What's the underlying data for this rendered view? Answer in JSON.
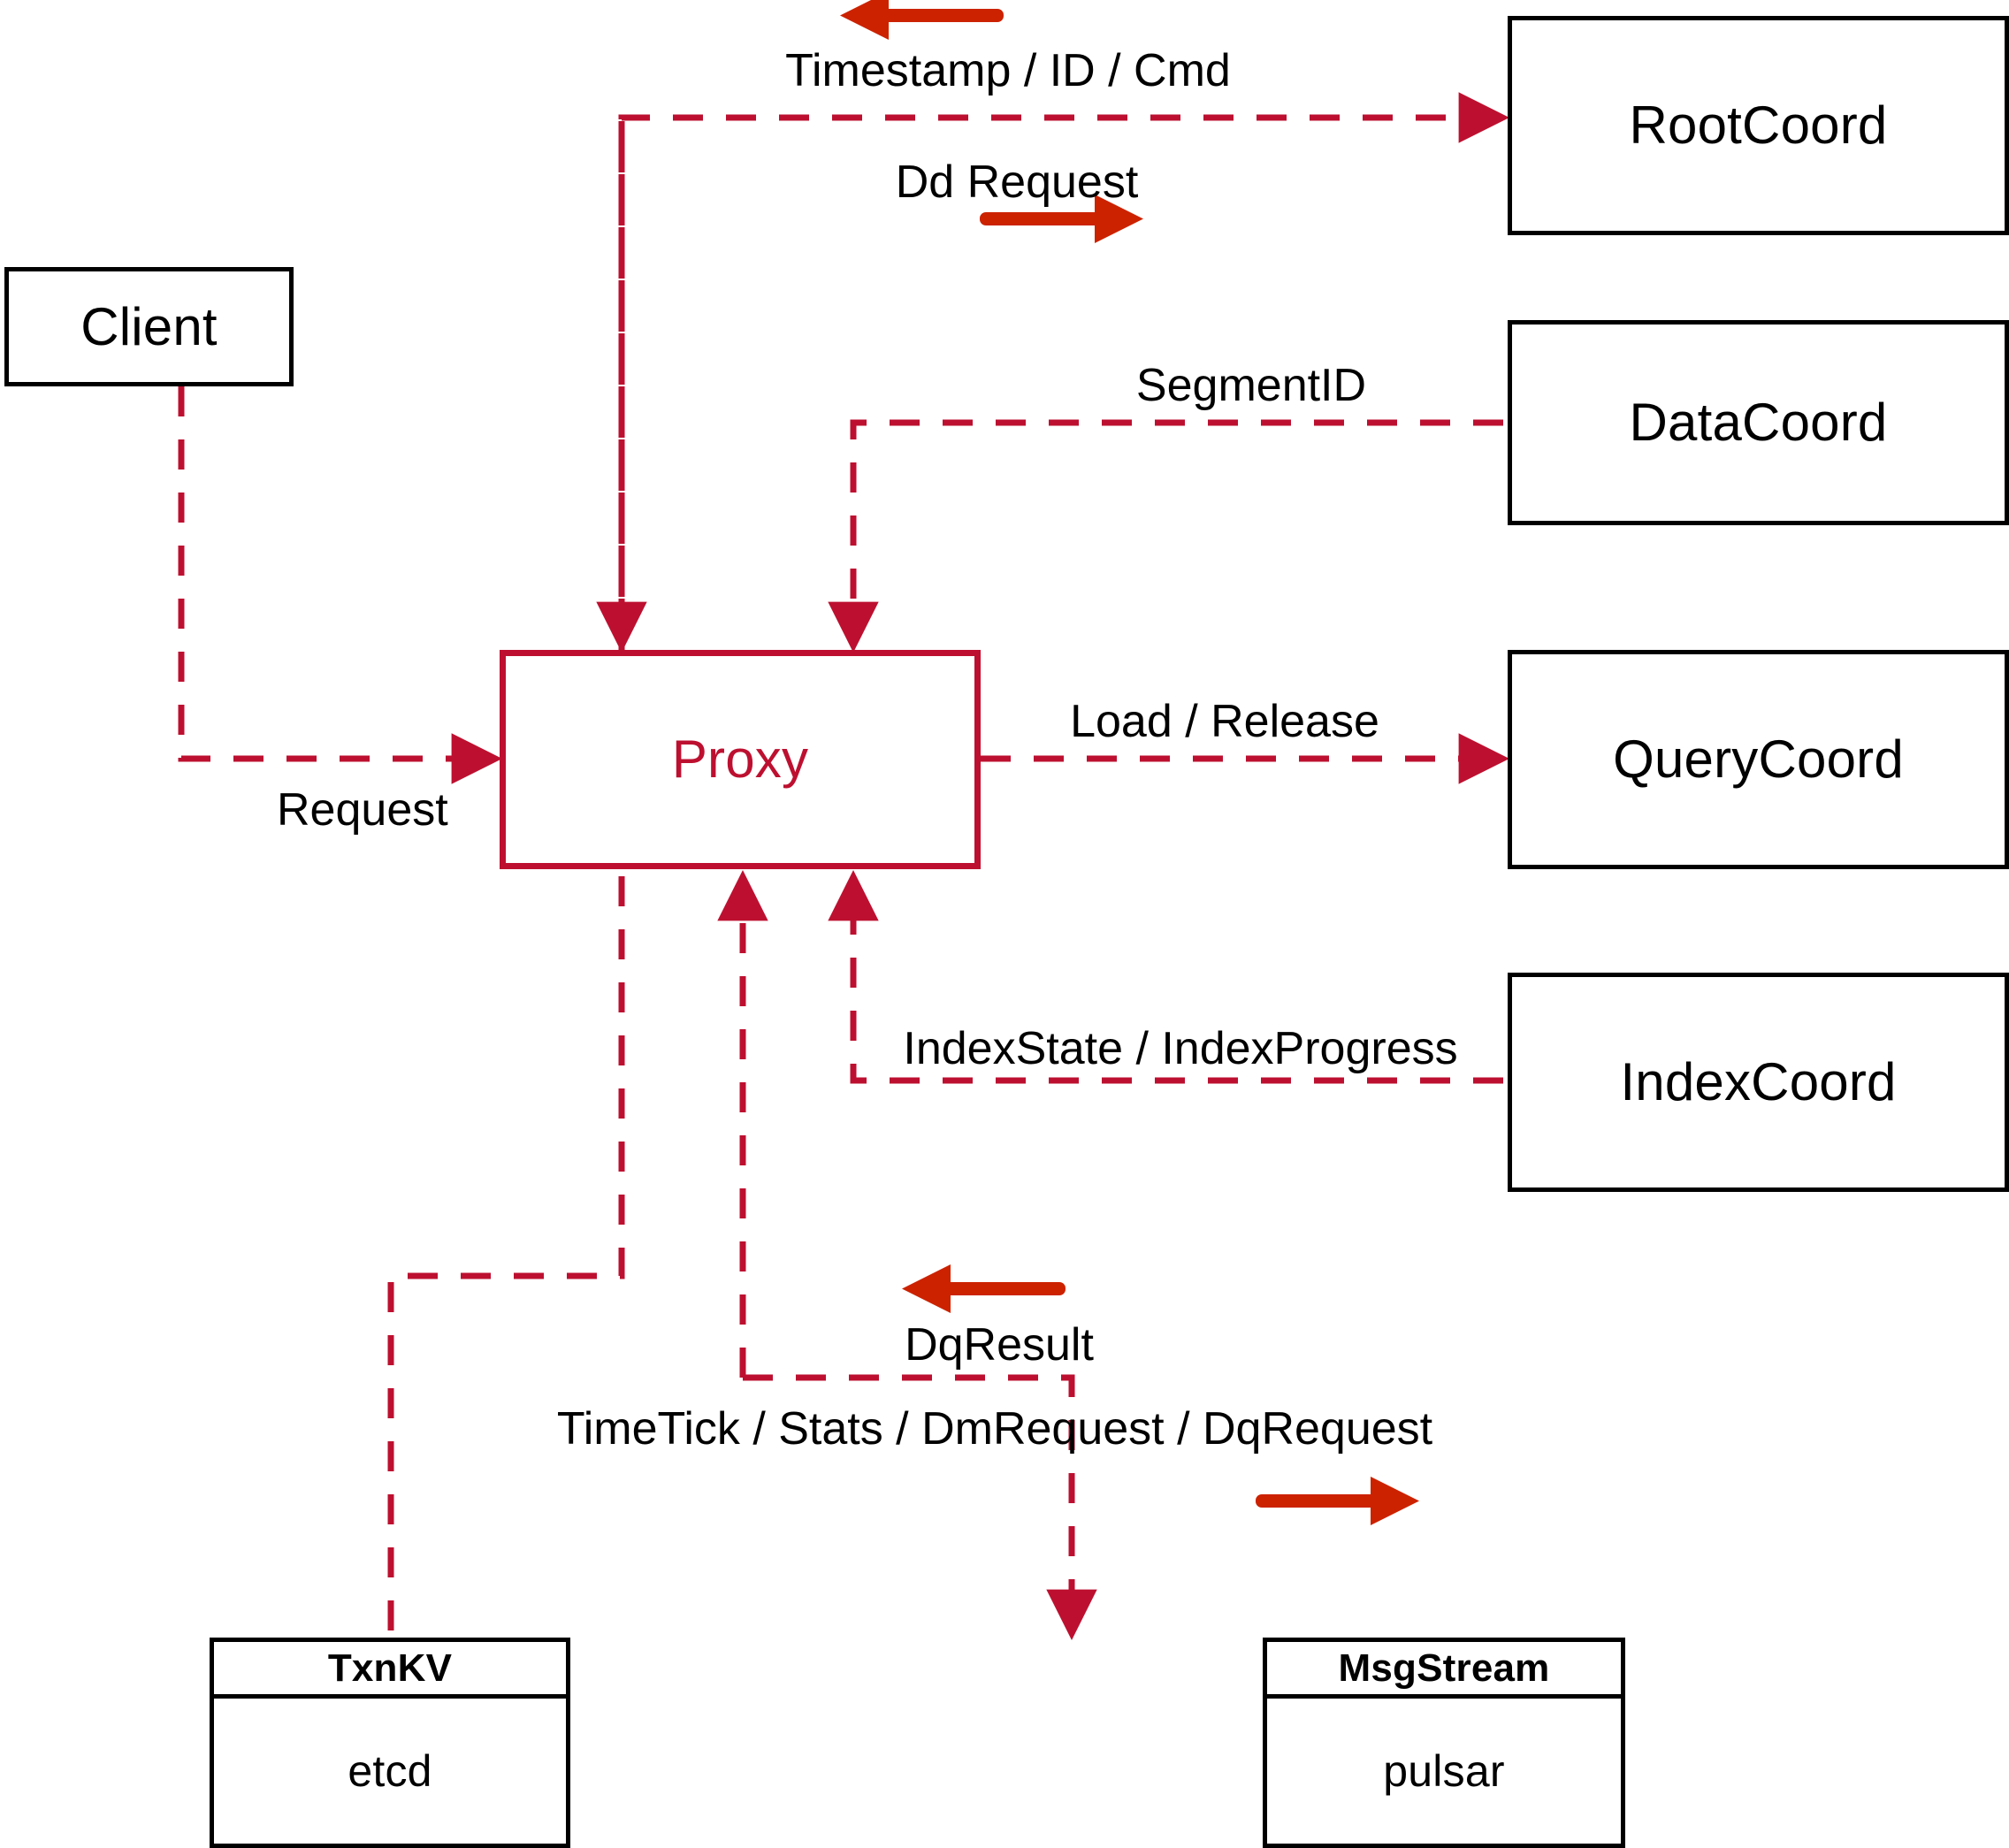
{
  "diagram": {
    "title": "Milvus Proxy interaction diagram",
    "colors": {
      "accent_crimson": "#BD1030",
      "arrow_red": "#CC2200",
      "node_border_black": "#000000",
      "background": "#FFFFFF"
    }
  },
  "nodes": {
    "client": {
      "label": "Client"
    },
    "proxy": {
      "label": "Proxy"
    },
    "root_coord": {
      "label": "RootCoord"
    },
    "data_coord": {
      "label": "DataCoord"
    },
    "query_coord": {
      "label": "QueryCoord"
    },
    "index_coord": {
      "label": "IndexCoord"
    },
    "txnkv": {
      "title": "TxnKV",
      "impl": "etcd"
    },
    "msgstream": {
      "title": "MsgStream",
      "impl": "pulsar"
    }
  },
  "edge_labels": {
    "timestamp_id_cmd": "Timestamp / ID / Cmd",
    "dd_request": "Dd Request",
    "segment_id": "SegmentID",
    "request": "Request",
    "load_release": "Load / Release",
    "index_state_progress": "IndexState / IndexProgress",
    "dq_result": "DqResult",
    "timetick_stats": "TimeTick / Stats / DmRequest / DqRequest"
  },
  "edges": [
    {
      "from": "root_coord",
      "to": "proxy",
      "label": "Timestamp / ID / Cmd",
      "direction": "left"
    },
    {
      "from": "proxy",
      "to": "root_coord",
      "label": "Dd Request",
      "direction": "right"
    },
    {
      "from": "data_coord",
      "to": "proxy",
      "label": "SegmentID",
      "direction": "down"
    },
    {
      "from": "client",
      "to": "proxy",
      "label": "Request",
      "direction": "right"
    },
    {
      "from": "proxy",
      "to": "query_coord",
      "label": "Load / Release",
      "direction": "right"
    },
    {
      "from": "index_coord",
      "to": "proxy",
      "label": "IndexState / IndexProgress",
      "direction": "up"
    },
    {
      "from": "msgstream",
      "to": "proxy",
      "label": "DqResult",
      "direction": "left"
    },
    {
      "from": "proxy",
      "to": "msgstream",
      "label": "TimeTick / Stats / DmRequest / DqRequest",
      "direction": "right"
    },
    {
      "from": "proxy",
      "to": "txnkv",
      "label": "",
      "direction": "down"
    }
  ]
}
